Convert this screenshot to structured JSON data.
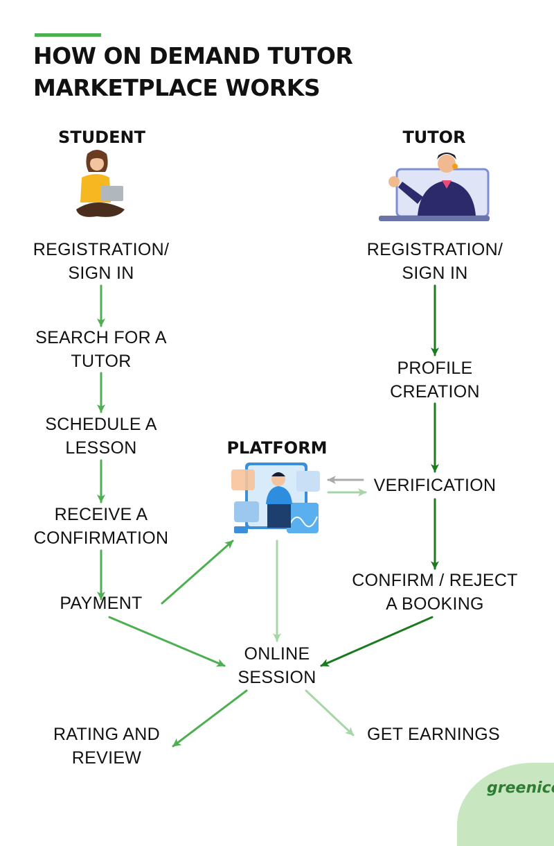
{
  "title": "HOW ON DEMAND TUTOR MARKETPLACE WORKS",
  "columns": {
    "student": "STUDENT",
    "tutor": "TUTOR",
    "platform": "PLATFORM"
  },
  "student_steps": {
    "registration": "REGISTRATION/\nSIGN IN",
    "search": "SEARCH FOR A\nTUTOR",
    "schedule": "SCHEDULE A\nLESSON",
    "confirmation": "RECEIVE A\nCONFIRMATION",
    "payment": "PAYMENT"
  },
  "tutor_steps": {
    "registration": "REGISTRATION/\nSIGN IN",
    "profile": "PROFILE\nCREATION",
    "verification": "VERIFICATION",
    "booking": "CONFIRM / REJECT\nA BOOKING"
  },
  "session": {
    "online": "ONLINE\nSESSION",
    "rating": "RATING AND\nREVIEW",
    "earnings": "GET EARNINGS"
  },
  "logo": "greenice",
  "colors": {
    "student_arrow": "#4caf50",
    "tutor_arrow": "#1b7a1f",
    "platform_arrow": "#a5d6a7",
    "gray_arrow": "#aaaaaa",
    "accent": "#4caf50"
  }
}
